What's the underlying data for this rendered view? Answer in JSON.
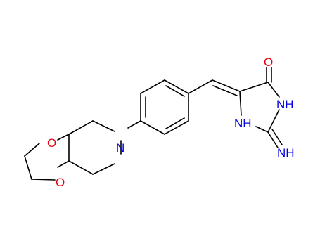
{
  "colors": {
    "bond": "#000000",
    "oxygen": "#e8000e",
    "nitrogen": "#0000e0",
    "background": "#ffffff"
  },
  "atoms": {
    "carbonyl_o": "O",
    "ring_nh_right": "NH",
    "ring_nh_lower": "NH",
    "imine_nh": "NH",
    "amine_n": "N",
    "ketal_o_upper": "O",
    "ketal_o_lower": "O"
  }
}
